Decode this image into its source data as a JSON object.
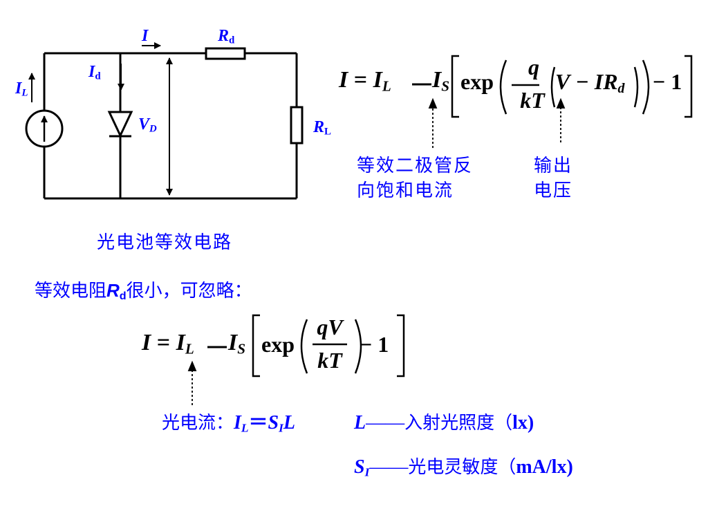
{
  "circuit": {
    "current_main": "I",
    "series_resistor": {
      "symbol": "R",
      "sub": "d"
    },
    "photocurrent": {
      "symbol": "I",
      "sub": "L"
    },
    "diode_current": {
      "symbol": "I",
      "sub": "d"
    },
    "diode_voltage": {
      "symbol": "V",
      "sub": "D"
    },
    "load_resistor": {
      "symbol": "R",
      "sub": "L"
    }
  },
  "circuit_caption": "光电池等效电路",
  "equation_full": {
    "lhs": "I",
    "IL": "I",
    "IL_sub": "L",
    "IS": "I",
    "IS_sub": "S",
    "exp": "exp",
    "frac_num": "q",
    "frac_den": "kT",
    "V": "V",
    "minus_IR": "− IR",
    "Rd_sub": "d",
    "minus_one": "− 1"
  },
  "annotation_saturation": {
    "line1": "等效二极管反",
    "line2": "向饱和电流"
  },
  "annotation_output": {
    "line1": "输出",
    "line2": "电压"
  },
  "note_rd": {
    "prefix": "等效电阻",
    "symbol": "R",
    "sub": "d",
    "suffix": "很小，可忽略："
  },
  "equation_simple": {
    "lhs": "I",
    "IL": "I",
    "IL_sub": "L",
    "IS": "I",
    "IS_sub": "S",
    "exp": "exp",
    "frac_num": "qV",
    "frac_den": "kT",
    "minus_one": "− 1"
  },
  "photocurrent_def": {
    "label": "光电流：",
    "lhs": "I",
    "lhs_sub": "L",
    "eq": "＝",
    "S": "S",
    "S_sub": "I",
    "L": "L"
  },
  "def_L": {
    "symbol": "L",
    "dash": "——",
    "text": "入射光照度（",
    "unit": "lx",
    "close": ")"
  },
  "def_S": {
    "symbol": "S",
    "sub": "I",
    "dash": "——",
    "text": "光电灵敏度（",
    "unit": "mA/lx",
    "close": ")"
  },
  "colors": {
    "annotation": "#0000ff",
    "equation": "#000000",
    "wire": "#000000"
  }
}
